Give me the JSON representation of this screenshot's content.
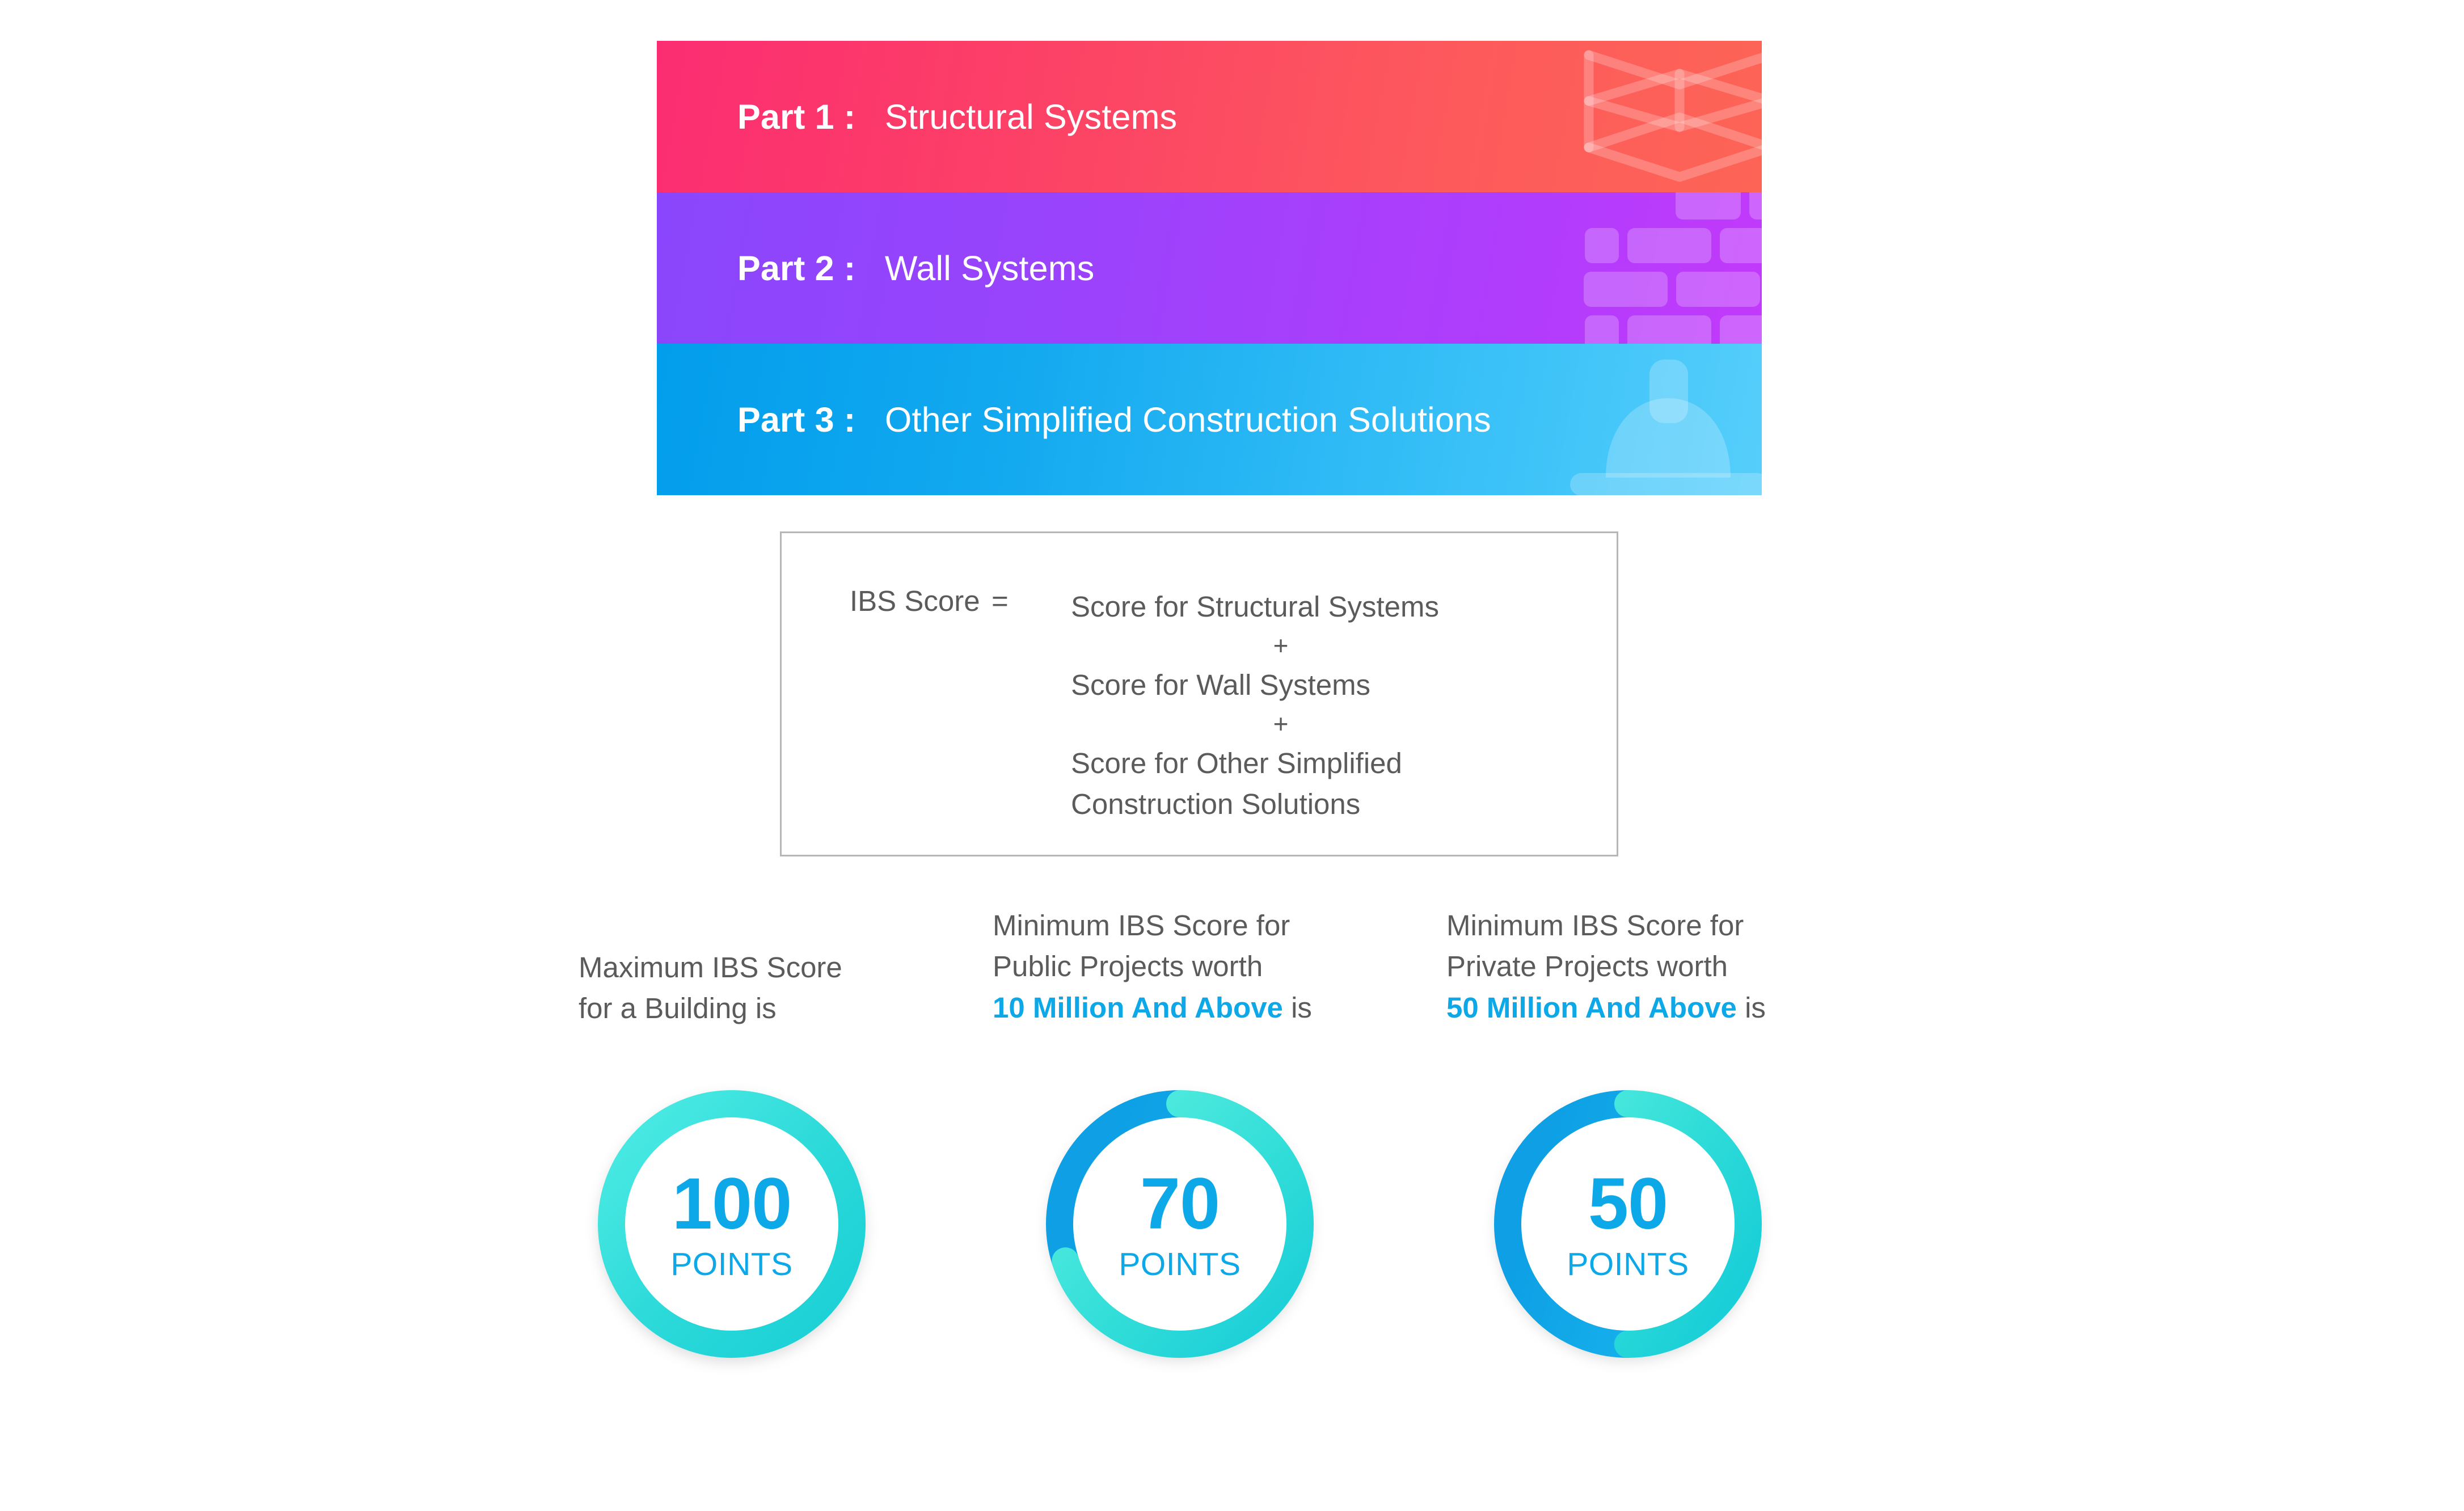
{
  "banners": [
    {
      "label": "Part 1 :",
      "title": "Structural Systems",
      "icon": "cube-frame-icon",
      "color_start": "#FB2D72",
      "color_end": "#FD6456"
    },
    {
      "label": "Part 2 :",
      "title": "Wall Systems",
      "icon": "brick-wall-icon",
      "color_start": "#8A46FC",
      "color_end": "#C23AFB"
    },
    {
      "label": "Part 3 :",
      "title": "Other Simplified Construction Solutions",
      "icon": "hard-hat-icon",
      "color_start": "#029DEC",
      "color_end": "#56CEFB"
    }
  ],
  "formula": {
    "lhs": "IBS Score",
    "equals": "=",
    "terms": [
      "Score for Structural Systems",
      "Score for Wall Systems",
      "Score for Other Simplified Construction Solutions"
    ],
    "term_3_line_1": "Score for Other Simplified",
    "term_3_line_2": "Construction Solutions",
    "plus": "+"
  },
  "captions": [
    {
      "line1": "Maximum IBS Score",
      "line2": "for a Building is",
      "highlight": "",
      "highlight_suffix": ""
    },
    {
      "line1": "Minimum IBS Score for",
      "line2": "Public Projects worth",
      "highlight": "10 Million And Above",
      "highlight_suffix": " is"
    },
    {
      "line1": "Minimum IBS Score for",
      "line2": "Private Projects worth",
      "highlight": "50 Million And Above",
      "highlight_suffix": " is"
    }
  ],
  "accent_color": "#0CA8E8",
  "chart_data": {
    "type": "pie",
    "title": "IBS Score thresholds",
    "charts": [
      {
        "label": "Maximum IBS Score for a Building",
        "value": 100,
        "unit": "POINTS",
        "max": 100,
        "percent_filled": 100,
        "fill_color": "#2BD9D9",
        "track_color": "#0CA8E8"
      },
      {
        "label": "Minimum IBS Score for Public Projects worth 10 Million And Above",
        "value": 70,
        "unit": "POINTS",
        "max": 100,
        "percent_filled": 70,
        "fill_color": "#3BE3DA",
        "track_color": "#0CA8E8"
      },
      {
        "label": "Minimum IBS Score for Private Projects worth 50 Million And Above",
        "value": 50,
        "unit": "POINTS",
        "max": 100,
        "percent_filled": 50,
        "fill_color": "#3BE3DA",
        "track_color": "#0CA8E8"
      }
    ],
    "legend_position": "none",
    "grid": false
  }
}
